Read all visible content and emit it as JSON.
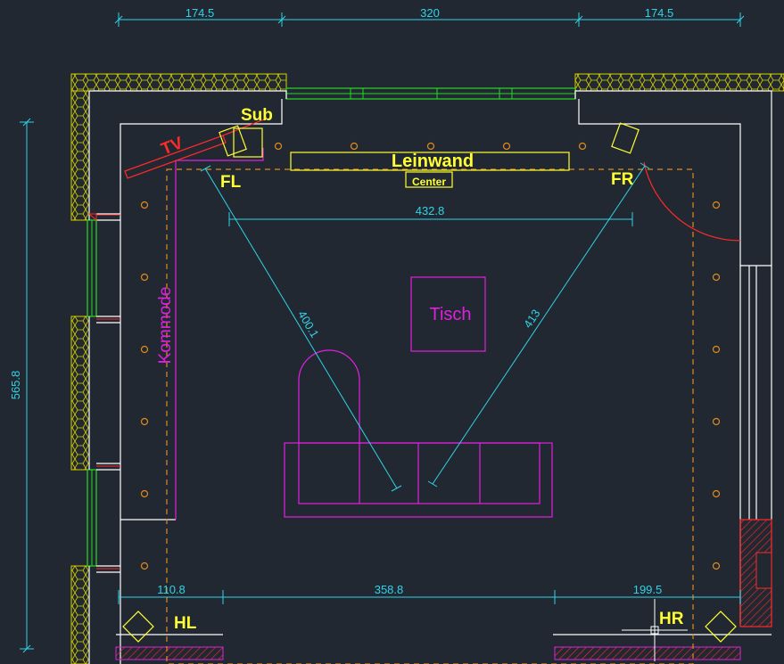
{
  "colors": {
    "background": "#222831",
    "wall": "#ffffff",
    "dimension": "#2fd3e8",
    "speaker_label": "#ffff33",
    "furniture": "#e020e0",
    "tv": "#ff2a2a",
    "window": "#22dd22",
    "insulation": "#d8d200",
    "room_outline": "#e08a1e",
    "radiator": "#ff2a2a"
  },
  "dimensions": {
    "top": [
      "174.5",
      "320",
      "174.5"
    ],
    "left_height": "565.8",
    "bottom": [
      "110.8",
      "358.8",
      "199.5"
    ],
    "speaker_spread": "432.8",
    "left_distance": "400.1",
    "right_distance": "413"
  },
  "labels": {
    "sub": "Sub",
    "tv": "TV",
    "screen": "Leinwand",
    "center": "Center",
    "front_left": "FL",
    "front_right": "FR",
    "table": "Tisch",
    "dresser": "Kommode",
    "rear_left": "HL",
    "rear_right": "HR"
  },
  "icons": {
    "speaker_symbol": "rotated-square-icon",
    "downlight": "ceiling-light-icon",
    "crosshair": "cursor-crosshair-icon"
  }
}
